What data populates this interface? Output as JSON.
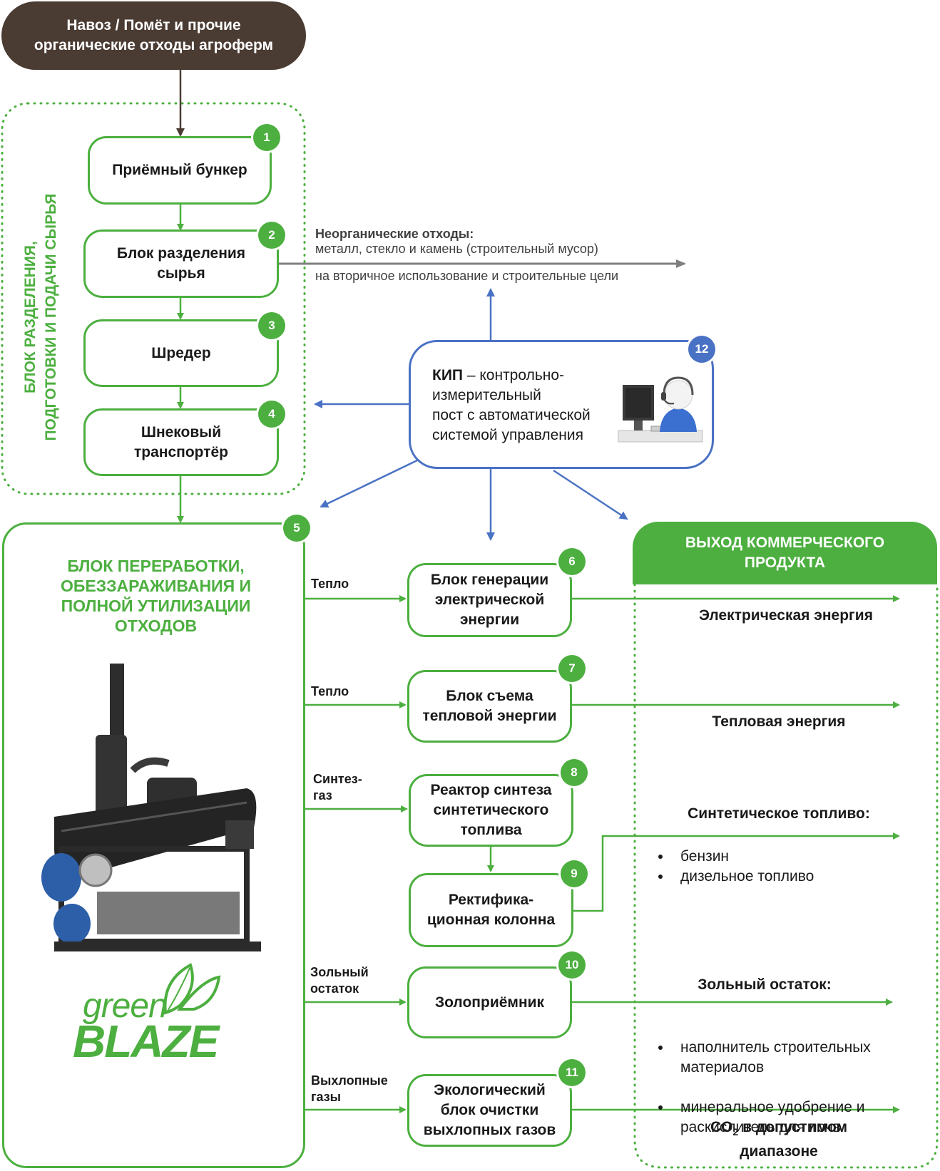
{
  "source": {
    "text": "Навоз / Помёт и прочие\nорганические отходы агроферм"
  },
  "prep_block": {
    "label": "БЛОК РАЗДЕЛЕНИЯ,\nПОДГОТОВКИ И ПОДАЧИ СЫРЬЯ"
  },
  "steps": [
    {
      "num": "1",
      "label": "Приёмный бункер"
    },
    {
      "num": "2",
      "label": "Блок разделения\nсырья"
    },
    {
      "num": "3",
      "label": "Шредер"
    },
    {
      "num": "4",
      "label": "Шнековый\nтранспортёр"
    }
  ],
  "inorganic": {
    "title": "Неорганические отходы:",
    "line1": "металл, стекло и камень (строительный мусор)",
    "line2": "на вторичное использование и строительные цели"
  },
  "kip": {
    "num": "12",
    "bold": "КИП",
    "text": " – контрольно-\nизмерительный\nпост с автоматической\nсистемой управления"
  },
  "processing": {
    "num": "5",
    "title": "БЛОК ПЕРЕРАБОТКИ,\nОБЕЗЗАРАЖИВАНИЯ И\nПОЛНОЙ УТИЛИЗАЦИИ\nОТХОДОВ",
    "logo_top": "green",
    "logo_bottom": "BLAZE"
  },
  "flows": [
    {
      "label": "Тепло"
    },
    {
      "label": "Тепло"
    },
    {
      "label": "Синтез-\nгаз"
    },
    {
      "label": "Зольный\nостаток"
    },
    {
      "label": "Выхлопные\nгазы"
    }
  ],
  "units": [
    {
      "num": "6",
      "label": "Блок генерации\nэлектрической\nэнергии"
    },
    {
      "num": "7",
      "label": "Блок съема\nтепловой энергии"
    },
    {
      "num": "8",
      "label": "Реактор синтеза\nсинтетического\nтоплива"
    },
    {
      "num": "9",
      "label": "Ректифика-\nционная колонна"
    },
    {
      "num": "10",
      "label": "Золоприёмник"
    },
    {
      "num": "11",
      "label": "Экологический\nблок очистки\nвыхлопных газов"
    }
  ],
  "output": {
    "header": "ВЫХОД КОММЕРЧЕСКОГО\nПРОДУКТА",
    "electric": "Электрическая энергия",
    "thermal": "Тепловая энергия",
    "fuel_title": "Синтетическое топливо:",
    "fuel_items": [
      "бензин",
      "дизельное топливо"
    ],
    "ash_title": "Зольный остаток:",
    "ash_items": [
      "наполнитель строительных\nматериалов",
      "минеральное удобрение и\nраскислитель для почв"
    ],
    "co2_pre": "CO",
    "co2_sub": "2",
    "co2_post": " в допустимом\nдиапазоне"
  },
  "colors": {
    "green": "#4caf3f",
    "blue": "#4a72c4",
    "brown": "#4a3b33",
    "gray": "#7f7f7f"
  }
}
